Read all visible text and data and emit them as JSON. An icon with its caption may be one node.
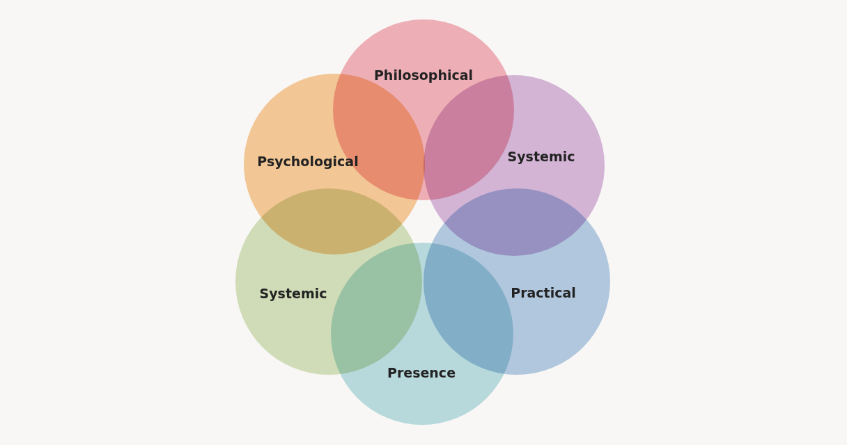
{
  "diagram": {
    "nodes": [
      {
        "text": [
          "Philosophical"
        ]
      },
      {
        "text": [
          "Psychological"
        ]
      },
      {
        "text": [
          "Systemic"
        ]
      },
      {
        "text": [
          "Systemic"
        ]
      },
      {
        "text": [
          "Practical"
        ]
      },
      {
        "text": [
          "Presence"
        ]
      }
    ]
  }
}
